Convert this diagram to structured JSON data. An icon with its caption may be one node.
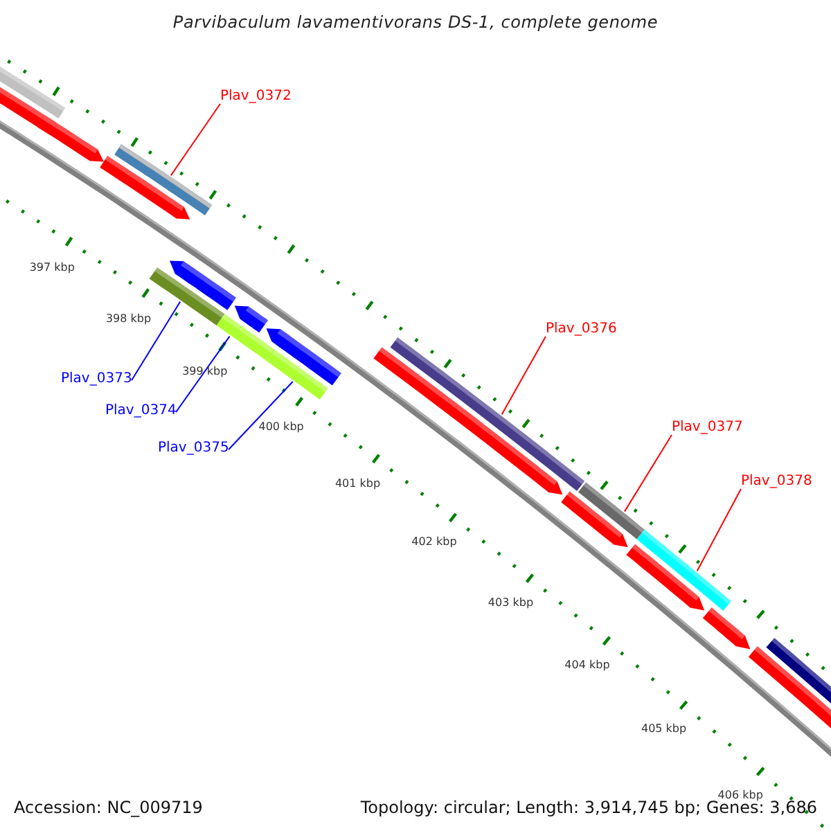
{
  "diagram": {
    "title": "Parvibaculum lavamentivorans DS-1, complete genome",
    "nodes": [
      {
        "text": [
          "Plav_0372"
        ]
      },
      {
        "text": [],
        "shape": "bar"
      },
      {
        "text": [
          "Plav_0373"
        ]
      },
      {
        "text": [],
        "shape": "bar"
      },
      {
        "text": [
          "Plav_0374"
        ]
      },
      {
        "text": [],
        "shape": "bar"
      },
      {
        "text": [
          "Plav_0375"
        ]
      },
      {
        "text": [],
        "shape": "bar"
      },
      {
        "text": [
          "Plav_0376"
        ]
      },
      {
        "text": [],
        "shape": "bar"
      },
      {
        "text": [
          "Plav_0377"
        ]
      },
      {
        "text": [],
        "shape": "bar"
      },
      {
        "text": [
          "Plav_0378"
        ]
      },
      {
        "text": [],
        "shape": "bar"
      }
    ],
    "edges": [
      {
        "from": 0,
        "to": 1,
        "arrow": "none"
      },
      {
        "from": 2,
        "to": 3,
        "arrow": "none",
        "color": "#0000ff"
      },
      {
        "from": 4,
        "to": 5,
        "arrow": "none",
        "color": "#0000ff"
      },
      {
        "from": 6,
        "to": 7,
        "arrow": "none",
        "color": "#0000ff"
      },
      {
        "from": 8,
        "to": 9,
        "arrow": "none"
      },
      {
        "from": 10,
        "to": 11,
        "arrow": "none"
      },
      {
        "from": 12,
        "to": 13,
        "arrow": "none"
      }
    ],
    "labels": [
      "397 kbp",
      "398 kbp",
      "399 kbp",
      "400 kbp",
      "401 kbp",
      "402 kbp",
      "403 kbp",
      "404 kbp",
      "405 kbp",
      "406 kbp",
      "Accession: NC_009719",
      "Topology: circular; Length: 3,914,745 bp; Genes: 3,686"
    ]
  }
}
